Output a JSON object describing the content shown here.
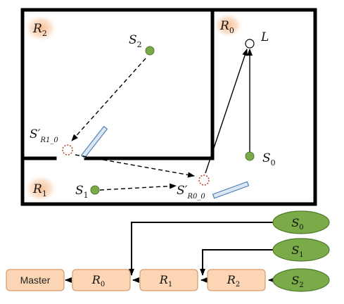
{
  "rooms": {
    "r2": {
      "label": "R",
      "sub": "2"
    },
    "r1": {
      "label": "R",
      "sub": "1"
    },
    "r0": {
      "label": "R",
      "sub": "0"
    }
  },
  "nodes": {
    "s2": {
      "label": "S",
      "sub": "2"
    },
    "s1": {
      "label": "S",
      "sub": "1"
    },
    "s0": {
      "label": "S",
      "sub": "0"
    },
    "light": {
      "label": "L"
    }
  },
  "virtual_nodes": {
    "s_r1": {
      "label": "S′",
      "sub": "R1_0"
    },
    "s_r0": {
      "label": "S′",
      "sub": "R0_0"
    }
  },
  "chain": {
    "master": "Master",
    "r0": {
      "label": "R",
      "sub": "0"
    },
    "r1": {
      "label": "R",
      "sub": "1"
    },
    "r2": {
      "label": "R",
      "sub": "2"
    }
  },
  "sensors": {
    "s0": {
      "label": "S",
      "sub": "0"
    },
    "s1": {
      "label": "S",
      "sub": "1"
    },
    "s2": {
      "label": "S",
      "sub": "2"
    }
  },
  "colors": {
    "wall": "#000000",
    "sensor_fill": "#7aab48",
    "sensor_stroke": "#4e7a2a",
    "box_fill": "#fcd5b4",
    "box_stroke": "#d79a68",
    "mirror_fill": "#dbe7f3",
    "mirror_stroke": "#4f7fb3",
    "virtual_stroke": "#c0392b",
    "room_glow": "#f6b98a"
  }
}
